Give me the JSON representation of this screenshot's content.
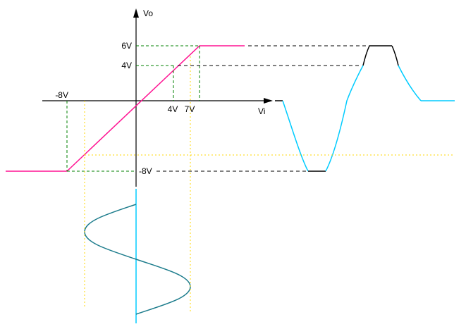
{
  "colors": {
    "axis": "#000000",
    "transfer_curve": "#ff1493",
    "guide_green": "#008000",
    "guide_black": "#000000",
    "guide_yellow": "#ffd700",
    "output_wave": "#00ccff",
    "output_clip": "#000000",
    "input_wave": "#1c7c8c",
    "input_axis": "#00ccff"
  },
  "labels": {
    "vo_axis": "Vo",
    "vi_axis": "Vi",
    "vo_6": "6V",
    "vo_4": "4V",
    "vo_neg8": "-8V",
    "vi_neg8": "-8V",
    "vi_4": "4V",
    "vi_7": "7V"
  },
  "chart_data": {
    "type": "line",
    "title": "Voltage transfer characteristic with input sine and clipped output waveform",
    "xlabel": "Vi",
    "ylabel": "Vo",
    "transfer_characteristic": {
      "points_vi_vo": [
        [
          -15,
          -8
        ],
        [
          -8,
          -8
        ],
        [
          7,
          6
        ],
        [
          12,
          6
        ]
      ],
      "saturation_low_v": -8,
      "saturation_high_v": 6,
      "marked_point_vi_vo": [
        4,
        4
      ],
      "breakpoints_vi": [
        -8,
        7
      ],
      "axis_tick_labels_vi": [
        "-8V",
        "4V",
        "7V"
      ],
      "axis_tick_labels_vo": [
        "6V",
        "4V",
        "-8V"
      ]
    },
    "input_waveform": {
      "shape": "sine",
      "orientation": "vertical-time-axis",
      "cycles_shown": 1
    },
    "output_waveform": {
      "shape": "clipped-sine",
      "clip_low_v": -8,
      "clip_high_v": 6,
      "transition_level_v": 4,
      "clipped_segments_color": "black",
      "linear_segments_color": "cyan"
    },
    "legend": "none",
    "grid": "off"
  }
}
